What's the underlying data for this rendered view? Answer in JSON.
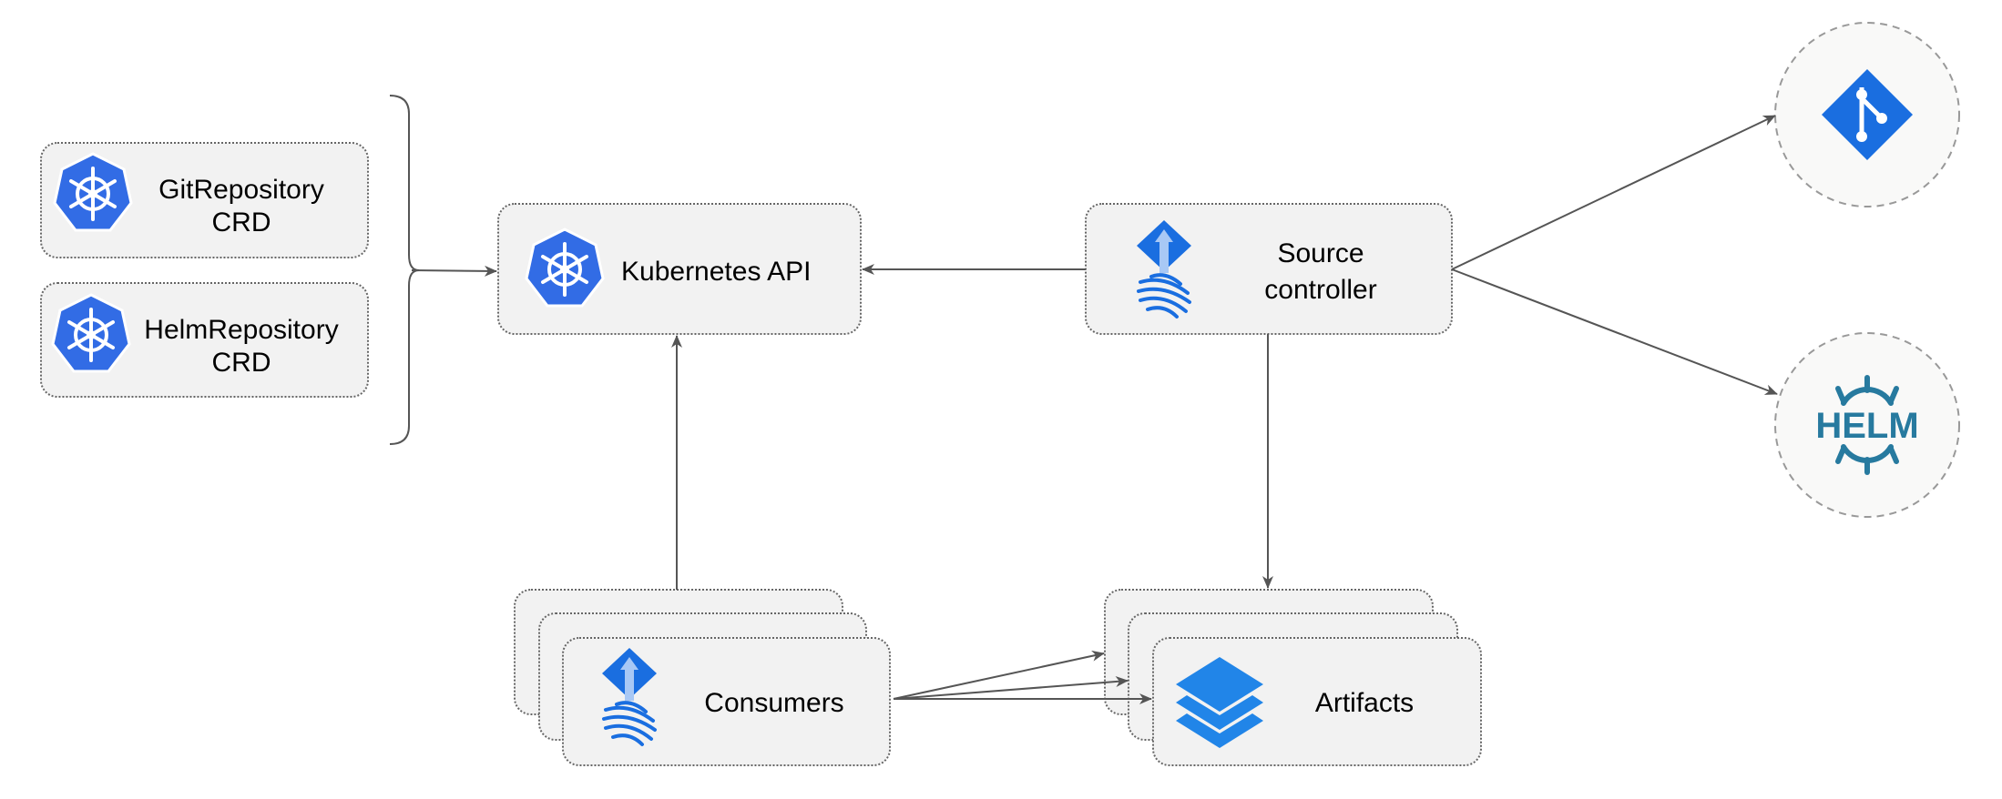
{
  "nodes": {
    "git_repository_crd": {
      "label_line1": "GitRepository",
      "label_line2": "CRD",
      "icon": "kubernetes-icon"
    },
    "helm_repository_crd": {
      "label_line1": "HelmRepository",
      "label_line2": "CRD",
      "icon": "kubernetes-icon"
    },
    "kubernetes_api": {
      "label": "Kubernetes API",
      "icon": "kubernetes-icon"
    },
    "source_controller": {
      "label_line1": "Source",
      "label_line2": "controller",
      "icon": "flux-icon"
    },
    "git": {
      "icon": "git-icon"
    },
    "helm": {
      "icon": "helm-icon",
      "logo_text": "HELM"
    },
    "consumers": {
      "label": "Consumers",
      "icon": "flux-icon"
    },
    "artifacts": {
      "label": "Artifacts",
      "icon": "layers-icon"
    }
  },
  "edges": [
    {
      "from": "CRDs",
      "to": "Kubernetes API"
    },
    {
      "from": "Source controller",
      "to": "Kubernetes API"
    },
    {
      "from": "Consumers",
      "to": "Kubernetes API"
    },
    {
      "from": "Source controller",
      "to": "Artifacts"
    },
    {
      "from": "Source controller",
      "to": "Git"
    },
    {
      "from": "Source controller",
      "to": "Helm"
    },
    {
      "from": "Consumers",
      "to": "Artifacts"
    }
  ],
  "colors": {
    "kubernetes_blue": "#326ce5",
    "flux_blue": "#1a6ee0",
    "helm_teal": "#277a9f",
    "layers_blue": "#2185e8",
    "box_fill": "#f2f2f2",
    "edge": "#555555"
  }
}
